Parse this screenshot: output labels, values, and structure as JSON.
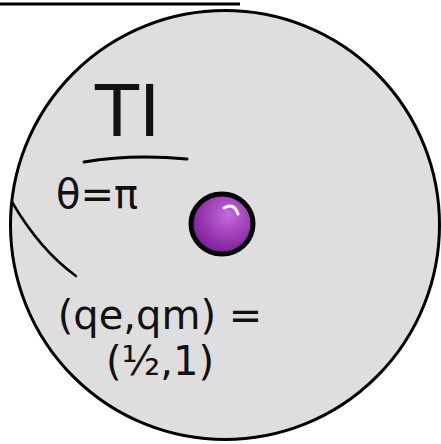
{
  "diagram": {
    "nodes": [
      {
        "text": [
          "TI",
          "θ=π"
        ]
      }
    ],
    "labels": [
      "(qe,qm) = (½,1)"
    ]
  }
}
